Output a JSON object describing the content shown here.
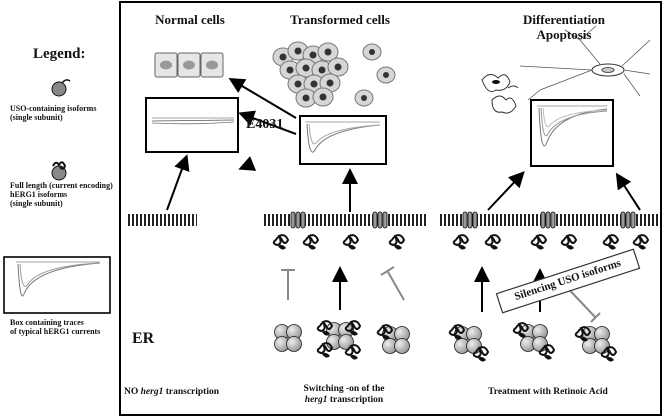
{
  "legend": {
    "title": "Legend:",
    "uso_label": "USO-containing isoforms\n(single subunit)",
    "full_length_label": "Full length (current encoding)\nhERG1 isoforms\n(single subunit)",
    "box_label": "Box containing traces\nof typical hERG1 currents"
  },
  "panels": {
    "normal_title": "Normal cells",
    "transformed_title": "Transformed cells",
    "differentiation_title_1": "Differentiation",
    "differentiation_title_2": "Apoptosis"
  },
  "labels": {
    "drug": "E4031",
    "er": "ER",
    "silencing": "Silencing USO isoforms"
  },
  "bottom": {
    "no_transcription_prefix": "NO ",
    "gene_name": "herg1",
    "no_transcription_suffix": " transcription",
    "switching_line1": "Switching -on of the",
    "switching_gene": "herg1",
    "switching_suffix": " transcription",
    "treatment": "Treatment with Retinoic Acid"
  },
  "colors": {
    "frame": "#000000",
    "membrane": "#333333",
    "cell_fill": "#d6d6d6",
    "nucleus": "#888888",
    "tetramer": "#bdbdbd"
  }
}
